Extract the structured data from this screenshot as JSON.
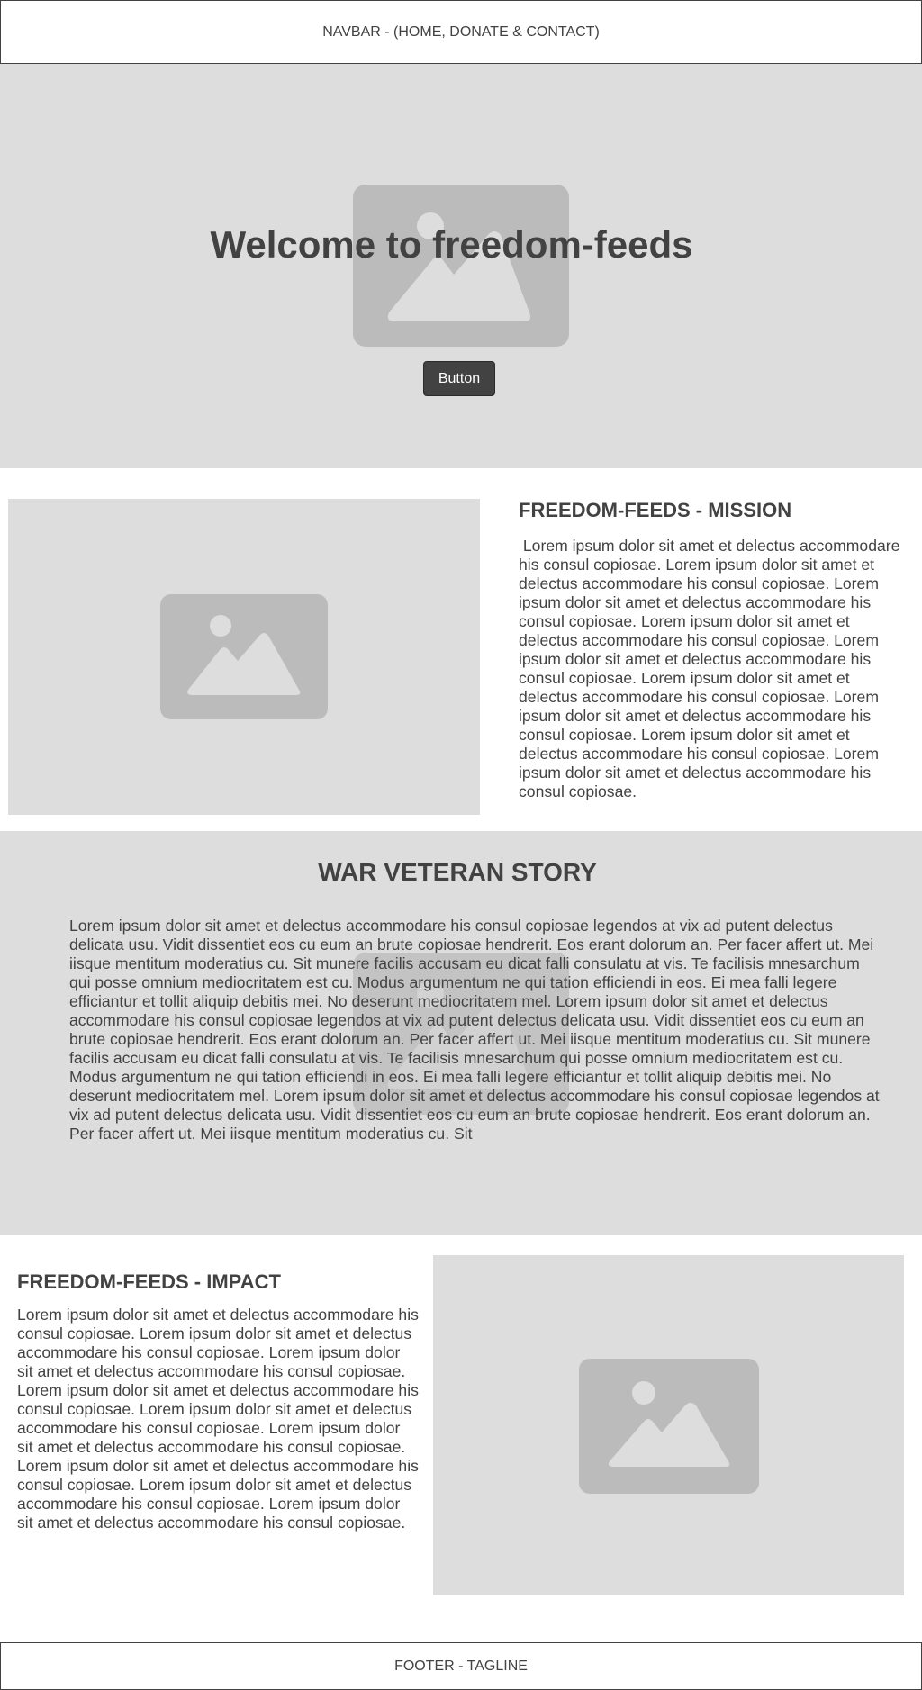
{
  "navbar": {
    "label": "NAVBAR - (HOME, DONATE & CONTACT)"
  },
  "hero": {
    "title": "Welcome to freedom-feeds",
    "button_label": "Button",
    "image_icon": "image-placeholder-icon"
  },
  "mission": {
    "title": "FREEDOM-FEEDS - MISSION",
    "text": " Lorem ipsum dolor sit amet et delectus accommodare his consul copiosae. Lorem ipsum dolor sit amet et delectus accommodare his consul copiosae. Lorem ipsum dolor sit amet et delectus accommodare his consul copiosae. Lorem ipsum dolor sit amet et delectus accommodare his consul copiosae. Lorem ipsum dolor sit amet et delectus accommodare his consul copiosae. Lorem ipsum dolor sit amet et delectus accommodare his consul copiosae. Lorem ipsum dolor sit amet et delectus accommodare his consul copiosae. Lorem ipsum dolor sit amet et delectus accommodare his consul copiosae. Lorem ipsum dolor sit amet et delectus accommodare his consul copiosae.",
    "image_icon": "image-placeholder-icon"
  },
  "story": {
    "title": "WAR VETERAN STORY",
    "text": "Lorem ipsum dolor sit amet et delectus accommodare his consul copiosae legendos at vix ad putent delectus delicata usu. Vidit dissentiet eos cu eum an brute copiosae hendrerit. Eos erant dolorum an. Per facer affert ut. Mei iisque mentitum moderatius cu. Sit munere facilis accusam eu dicat falli consulatu at vis. Te facilisis mnesarchum qui posse omnium mediocritatem est cu. Modus argumentum ne qui tation efficiendi in eos. Ei mea falli legere efficiantur et tollit aliquip debitis mei. No deserunt mediocritatem mel. Lorem ipsum dolor sit amet et delectus accommodare his consul copiosae legendos at vix ad putent delectus delicata usu. Vidit dissentiet eos cu eum an brute copiosae hendrerit. Eos erant dolorum an. Per facer affert ut. Mei iisque mentitum moderatius cu. Sit munere facilis accusam eu dicat falli consulatu at vis. Te facilisis mnesarchum qui posse omnium mediocritatem est cu. Modus argumentum ne qui tation efficiendi in eos. Ei mea falli legere efficiantur et tollit aliquip debitis mei. No deserunt mediocritatem mel. Lorem ipsum dolor sit amet et delectus accommodare his consul copiosae legendos at vix ad putent delectus delicata usu. Vidit dissentiet eos cu eum an brute copiosae hendrerit. Eos erant dolorum an. Per facer affert ut. Mei iisque mentitum moderatius cu. Sit",
    "image_icon": "image-placeholder-icon"
  },
  "impact": {
    "title": "FREEDOM-FEEDS - IMPACT",
    "text": "Lorem ipsum dolor sit amet et delectus accommodare his consul copiosae. Lorem ipsum dolor sit amet et delectus accommodare his consul copiosae. Lorem ipsum dolor sit amet et delectus accommodare his consul copiosae. Lorem ipsum dolor sit amet et delectus accommodare his consul copiosae. Lorem ipsum dolor sit amet et delectus accommodare his consul copiosae. Lorem ipsum dolor sit amet et delectus accommodare his consul copiosae. Lorem ipsum dolor sit amet et delectus accommodare his consul copiosae. Lorem ipsum dolor sit amet et delectus accommodare his consul copiosae. Lorem ipsum dolor sit amet et delectus accommodare his consul copiosae.",
    "image_icon": "image-placeholder-icon"
  },
  "footer": {
    "label": "FOOTER - TAGLINE"
  },
  "colors": {
    "text": "#424242",
    "placeholder_bg": "#dddddd",
    "placeholder_icon": "#bbbbbb",
    "button_bg": "#424242",
    "button_text": "#ffffff"
  }
}
